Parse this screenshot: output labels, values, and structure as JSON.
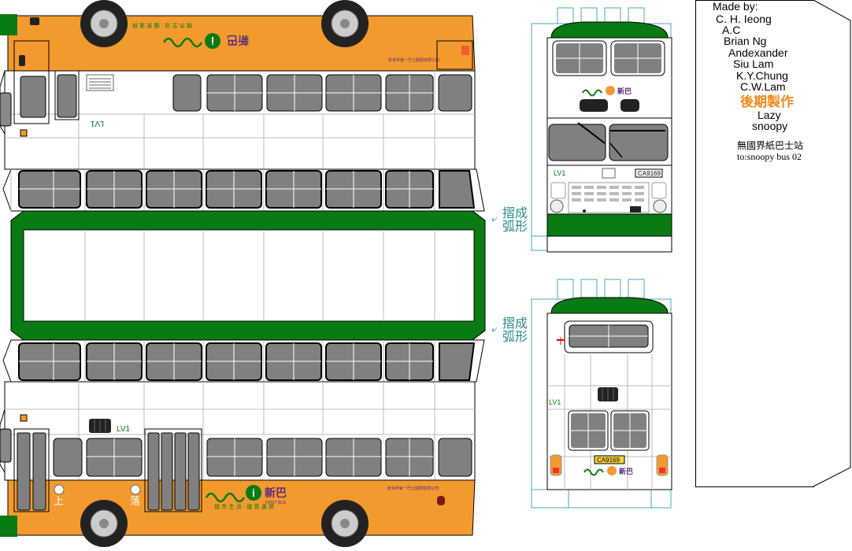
{
  "credits": {
    "heading": "Made by:",
    "makers": [
      "C. H. Ieong",
      "A.C",
      "Brian Ng",
      "Andexander",
      "Siu Lam",
      "K.Y.Chung",
      "C.W.Lam"
    ],
    "post_production": "後期製作",
    "after": [
      "Lazy",
      "snoopy"
    ],
    "station": "無國界紙巴士站",
    "model": "to:snoopy bus 02"
  },
  "fold_label": "摺成弧形",
  "route_code": "LV1",
  "plate": "CA9169",
  "brand_cn": "新巴",
  "brand_en": "FIRST BUS",
  "door_labels": {
    "entry": "上",
    "exit": "落"
  },
  "colors": {
    "orange": "#f39a2e",
    "green": "#0a7a14",
    "grey": "#808080",
    "guide": "#4aa8b8",
    "highlight": "#f08a1c"
  }
}
